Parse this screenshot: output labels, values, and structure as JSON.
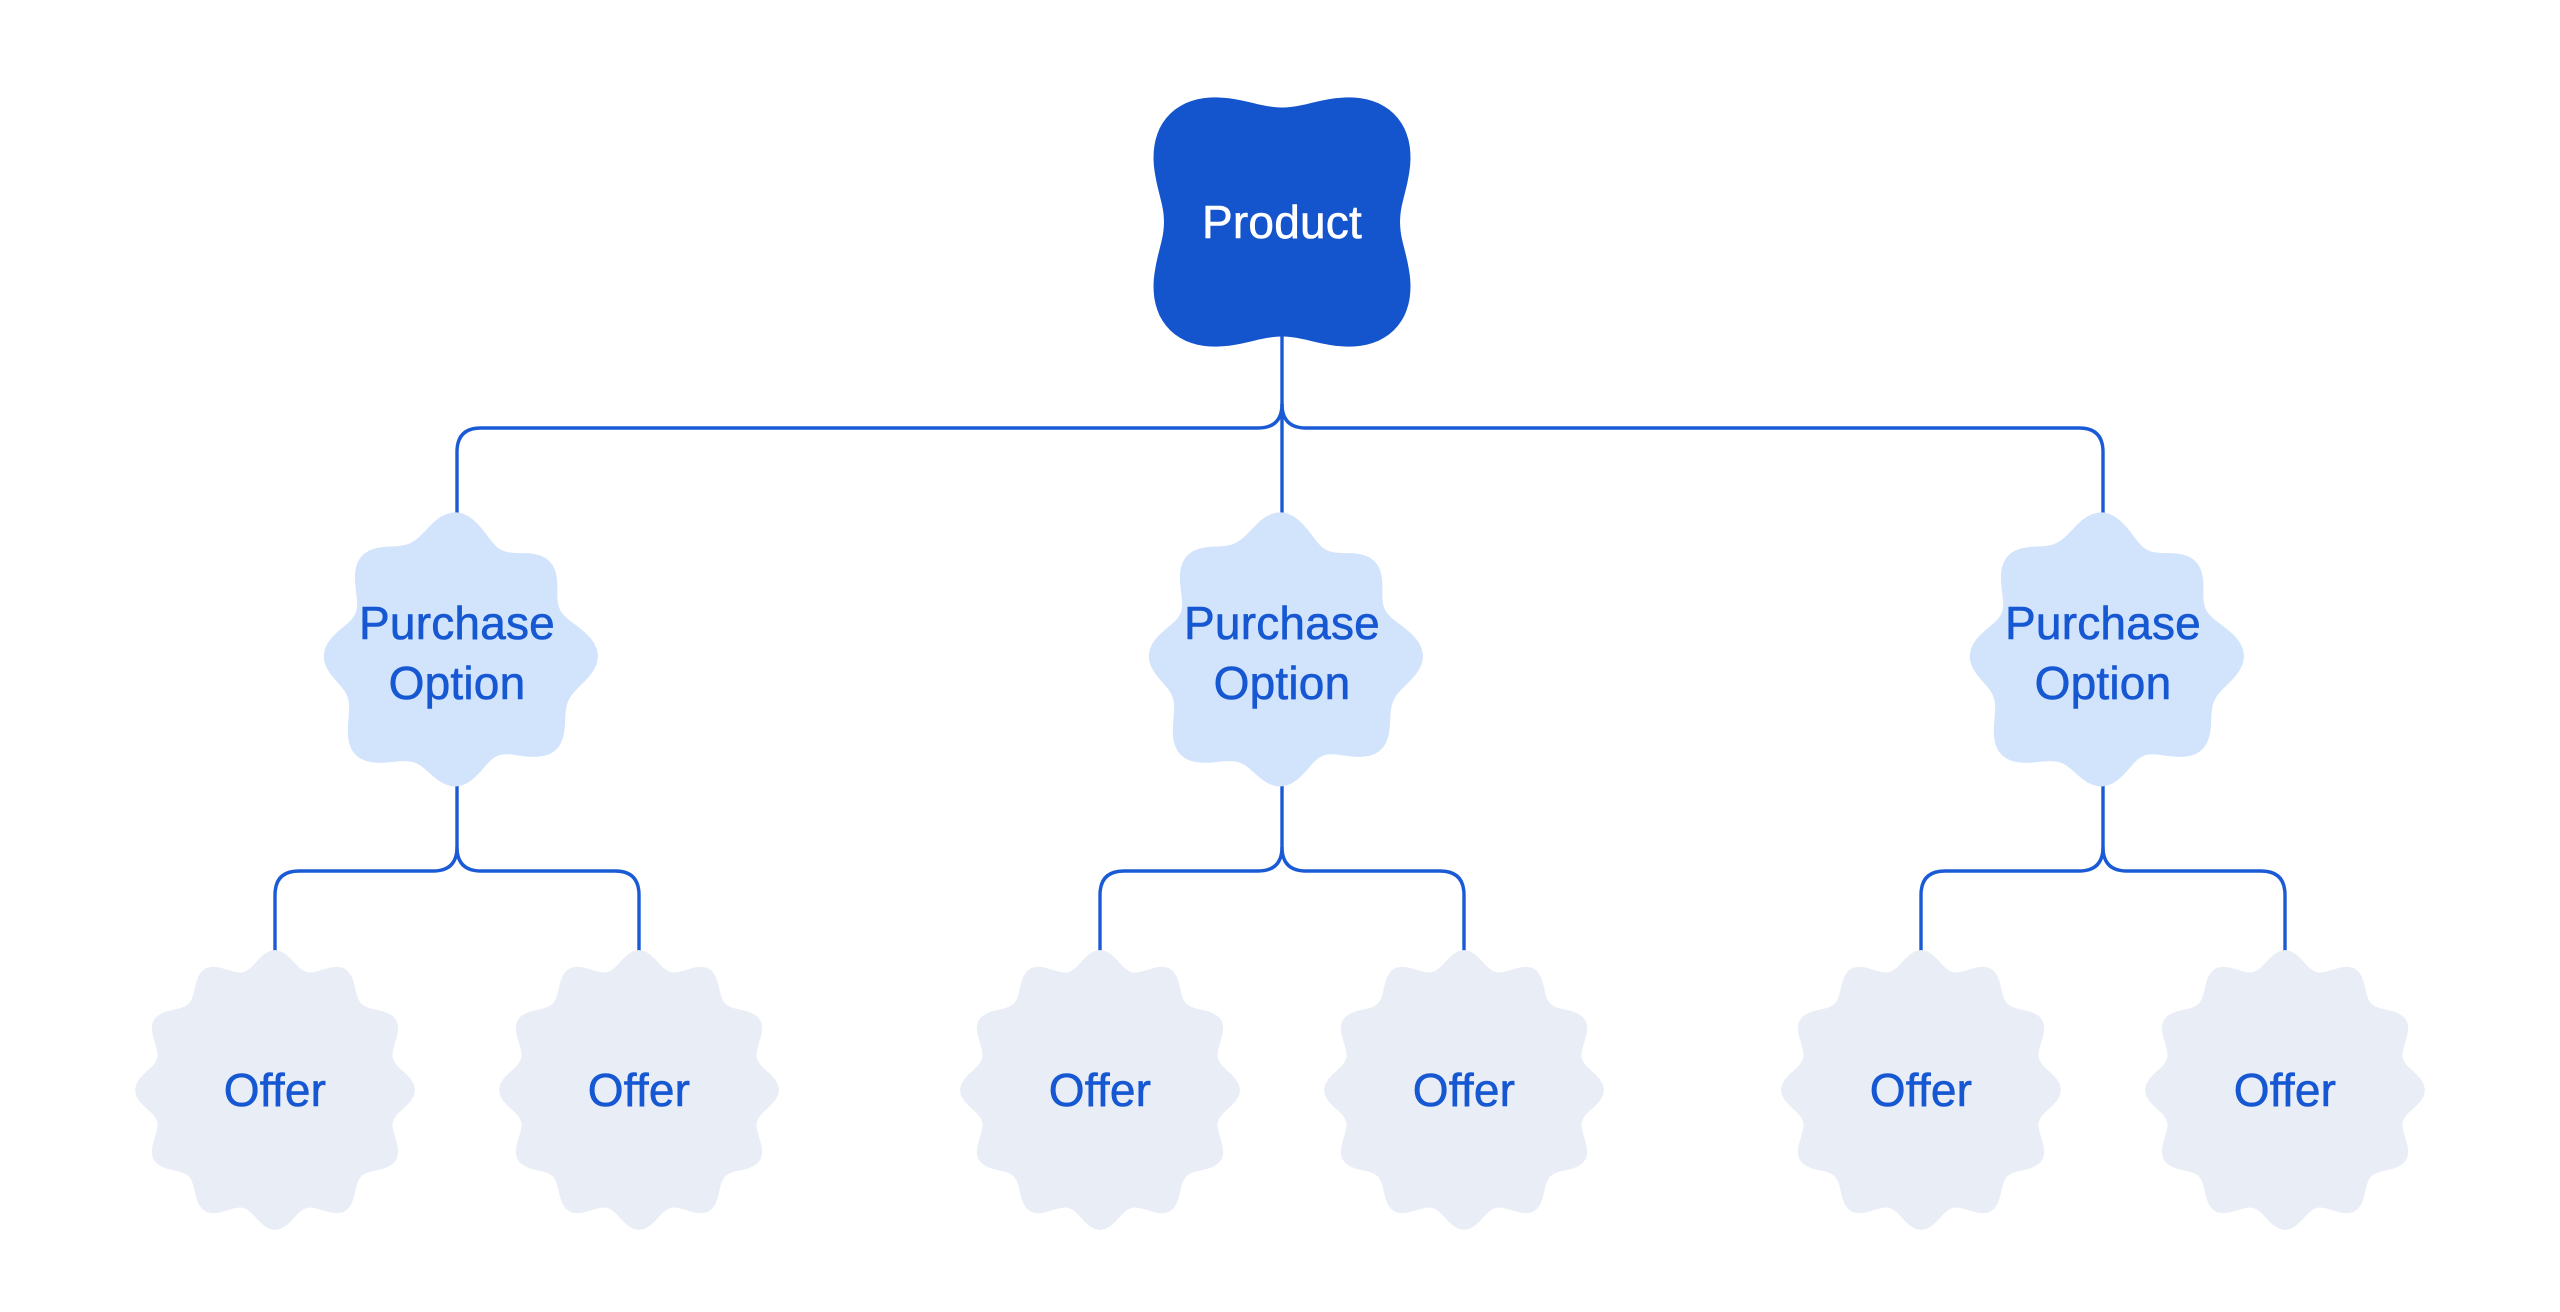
{
  "colors": {
    "background": "#ffffff",
    "product_fill": "#1455cd",
    "product_text": "#ffffff",
    "purchase_fill": "#d2e3fc",
    "offer_fill": "#e9edf6",
    "line": "#1a5bd5",
    "node_text": "#1657d2"
  },
  "tree": {
    "root": {
      "label": "Product"
    },
    "children": [
      {
        "label": "Purchase Option",
        "children": [
          {
            "label": "Offer"
          },
          {
            "label": "Offer"
          }
        ]
      },
      {
        "label": "Purchase Option",
        "children": [
          {
            "label": "Offer"
          },
          {
            "label": "Offer"
          }
        ]
      },
      {
        "label": "Purchase Option",
        "children": [
          {
            "label": "Offer"
          },
          {
            "label": "Offer"
          }
        ]
      }
    ]
  }
}
